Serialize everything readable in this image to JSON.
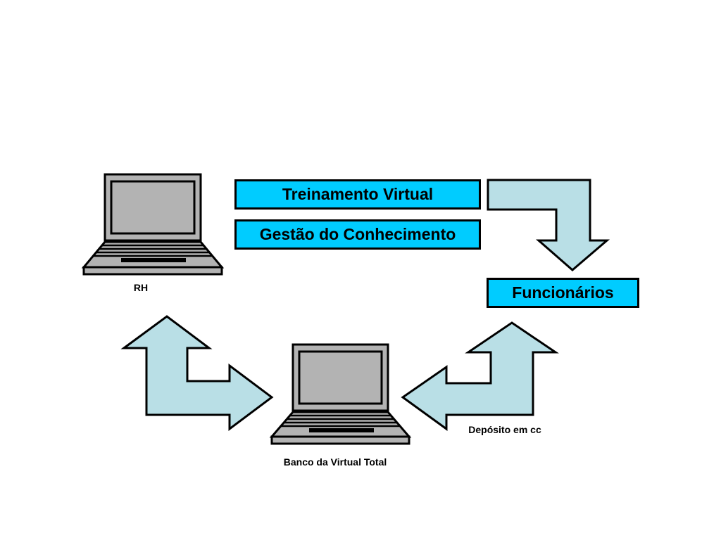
{
  "nodes": {
    "rh": {
      "label": "RH"
    },
    "banco": {
      "label": "Banco da Virtual Total"
    },
    "funcionarios": {
      "label": "Funcionários"
    }
  },
  "services": [
    {
      "label": "Treinamento Virtual"
    },
    {
      "label": "Gestão do Conhecimento"
    }
  ],
  "edges": {
    "deposito": {
      "label": "Depósito em cc"
    }
  },
  "colors": {
    "box_fill": "#00ccff",
    "arrow_fill": "#b9dfe6",
    "laptop_body": "#b3b3b3",
    "outline": "#000000"
  }
}
